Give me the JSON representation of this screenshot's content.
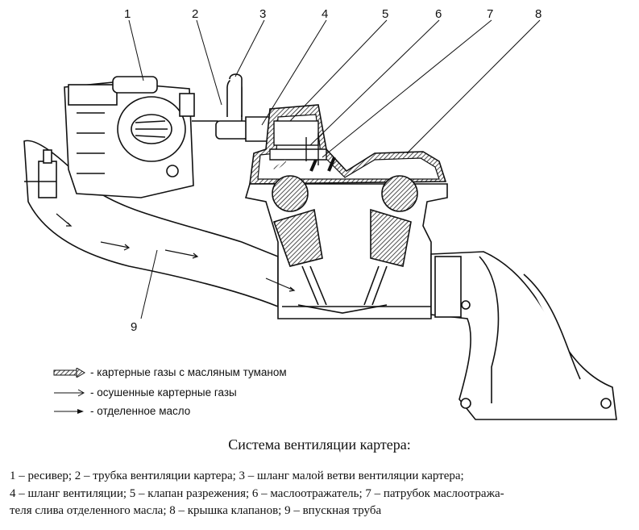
{
  "callouts": [
    "1",
    "2",
    "3",
    "4",
    "5",
    "6",
    "7",
    "8",
    "9"
  ],
  "legend": {
    "thick_arrow": "- картерные газы с масляным туманом",
    "thin_arrow": "- осушенные картерные газы",
    "dash_arrow": "- отделенное масло"
  },
  "caption": "Система вентиляции картера:",
  "description": {
    "line1": "1 – ресивер; 2 – трубка вентиляции картера; 3 – шланг малой ветви вентиляции картера;",
    "line2": "4 – шланг вентиляции; 5 – клапан разрежения; 6 – маслоотражатель; 7 – патрубок маслоотража-",
    "line3": "теля слива отделенного масла; 8 – крышка клапанов; 9 – впускная труба"
  },
  "icons": [
    "thick-hatched-arrow-icon",
    "thin-open-arrow-icon",
    "dash-solid-arrow-icon"
  ]
}
